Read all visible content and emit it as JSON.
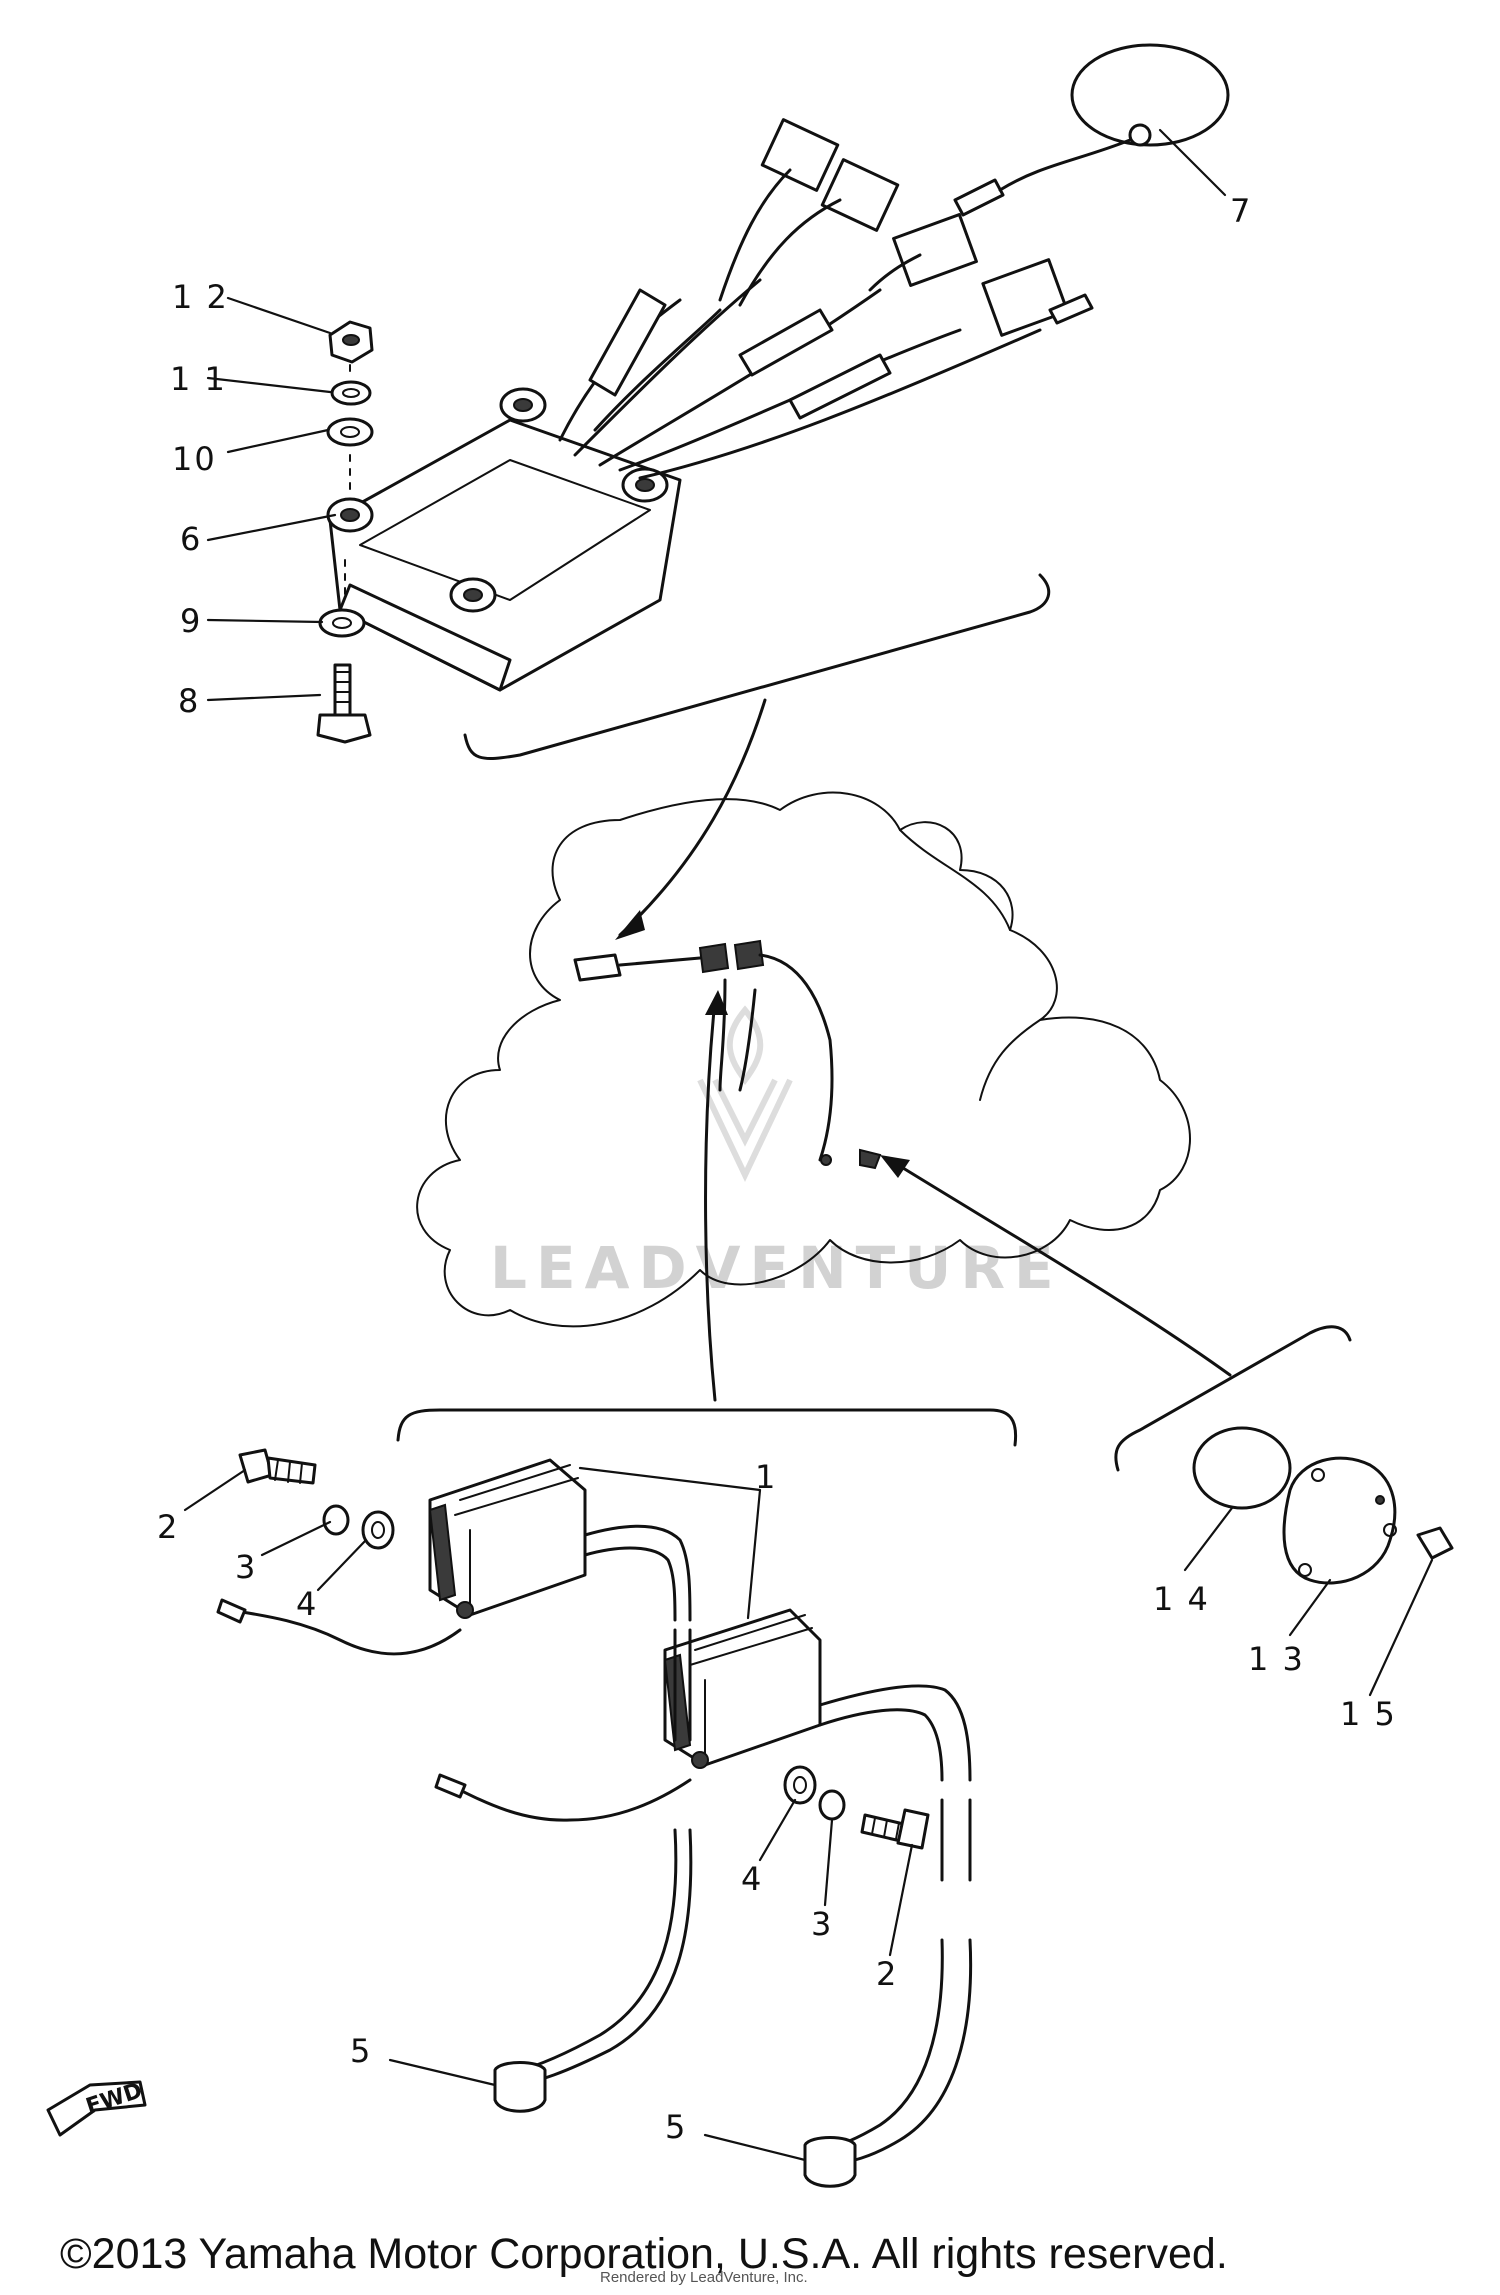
{
  "callouts": {
    "c1": "1",
    "c2a": "2",
    "c2b": "2",
    "c3a": "3",
    "c3b": "3",
    "c4a": "4",
    "c4b": "4",
    "c5a": "5",
    "c5b": "5",
    "c6": "6",
    "c7": "7",
    "c8": "8",
    "c9": "9",
    "c10": "10",
    "c11": "1 1",
    "c12": "1 2",
    "c13": "1 3",
    "c14": "1 4",
    "c15": "1 5"
  },
  "direction_badge": "FWD",
  "watermark": {
    "brand": "LEADVENTURE"
  },
  "footer": {
    "copyright": "©2013 Yamaha Motor Corporation, U.S.A. All rights reserved.",
    "overprint": "Rendered by LeadVenture, Inc."
  }
}
